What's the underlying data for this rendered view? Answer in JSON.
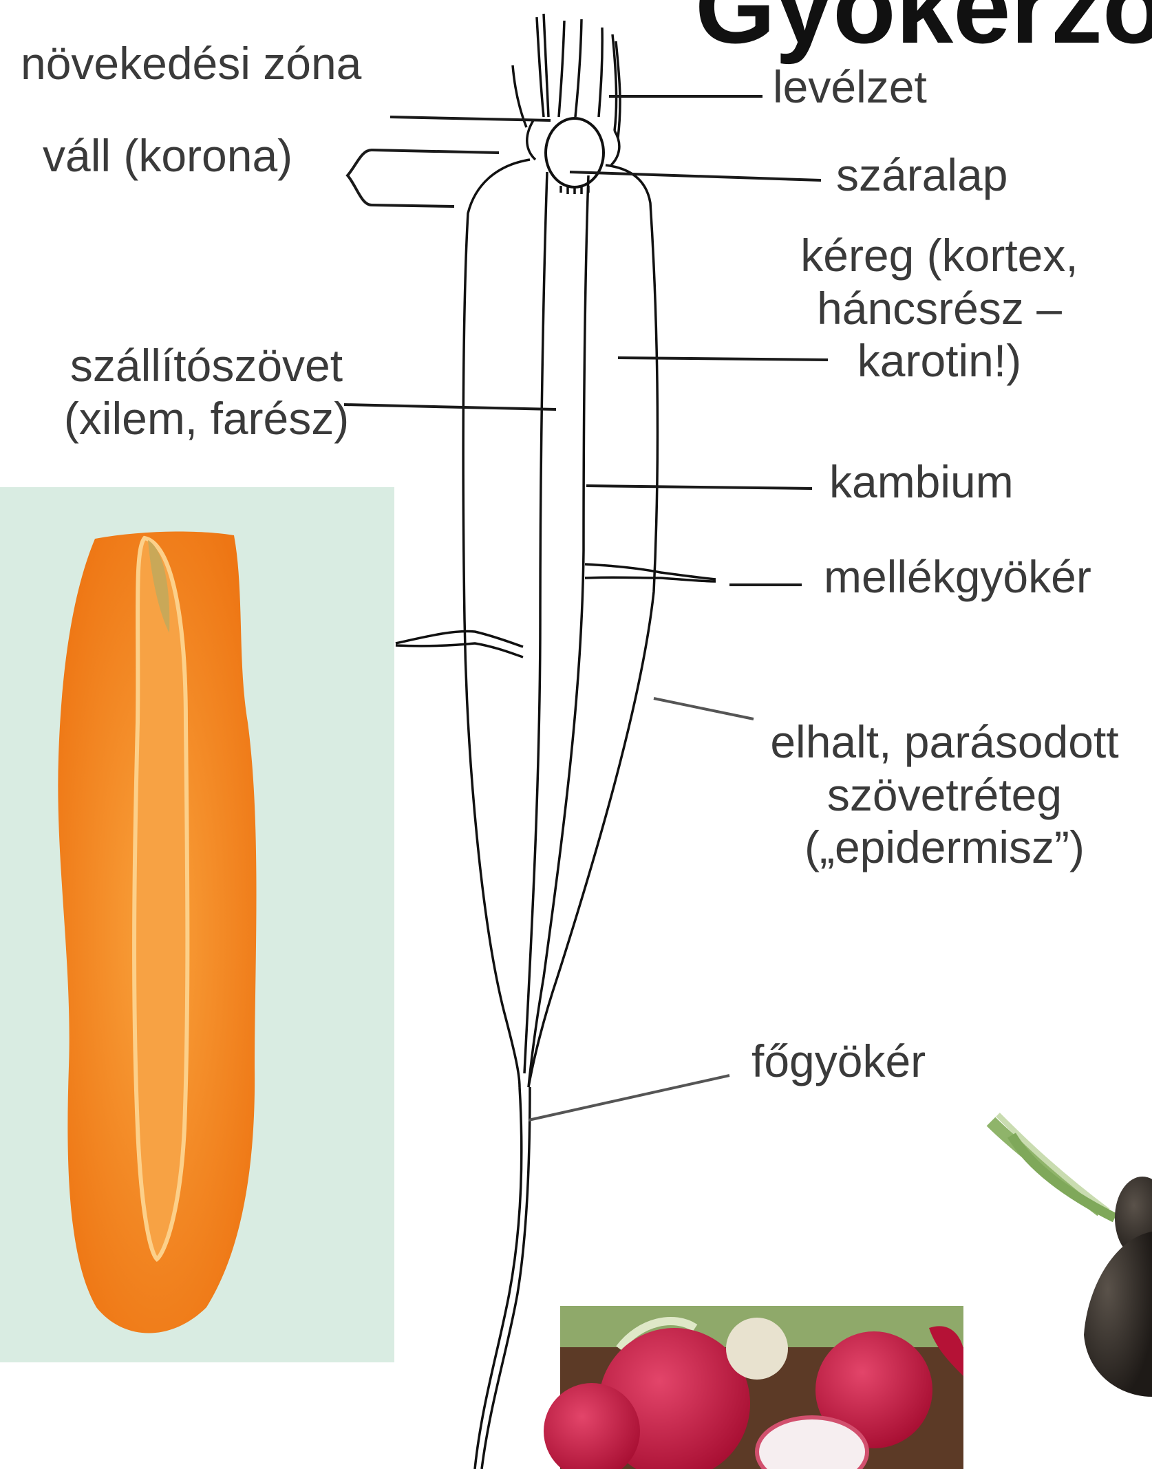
{
  "title": "Gyökérzöl",
  "labels": {
    "growth_zone": "növekedési zóna",
    "shoulder": "váll (korona)",
    "xylem_line1": "szállítószövet",
    "xylem_line2": "(xilem, farész)",
    "leaves": "levélzet",
    "stem_base": "száralap",
    "cortex_line1": "kéreg (kortex,",
    "cortex_line2": "háncsrész –",
    "cortex_line3": "karotin!)",
    "cambium": "kambium",
    "lateral_root": "mellékgyökér",
    "epidermis_line1": "elhalt, parásodott",
    "epidermis_line2": "szövetréteg",
    "epidermis_line3": "(„epidermisz”)",
    "taproot": "főgyökér"
  },
  "colors": {
    "label_text": "#3a3a3a",
    "carrot_orange": "#f3861f",
    "photo_bg": "#d9ece2",
    "radish_red": "#c8173e",
    "black_radish": "#2a2622"
  }
}
